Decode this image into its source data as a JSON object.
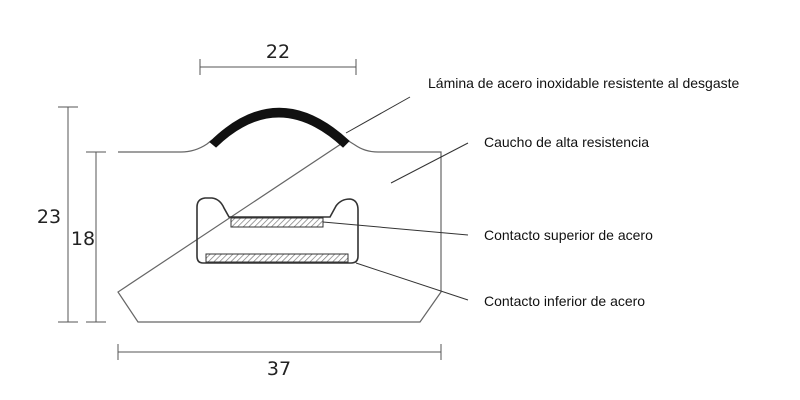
{
  "dimensions": {
    "top_width": "22",
    "total_height": "23",
    "body_height": "18",
    "bottom_width": "37"
  },
  "labels": {
    "steel_plate": "Lámina de acero inoxidable resistente al desgaste",
    "rubber": "Caucho de alta resistencia",
    "upper_contact": "Contacto superior de acero",
    "lower_contact": "Contacto inferior de acero"
  },
  "colors": {
    "line": "#555555",
    "steel_plate": "#111111",
    "hatch": "#777777"
  }
}
